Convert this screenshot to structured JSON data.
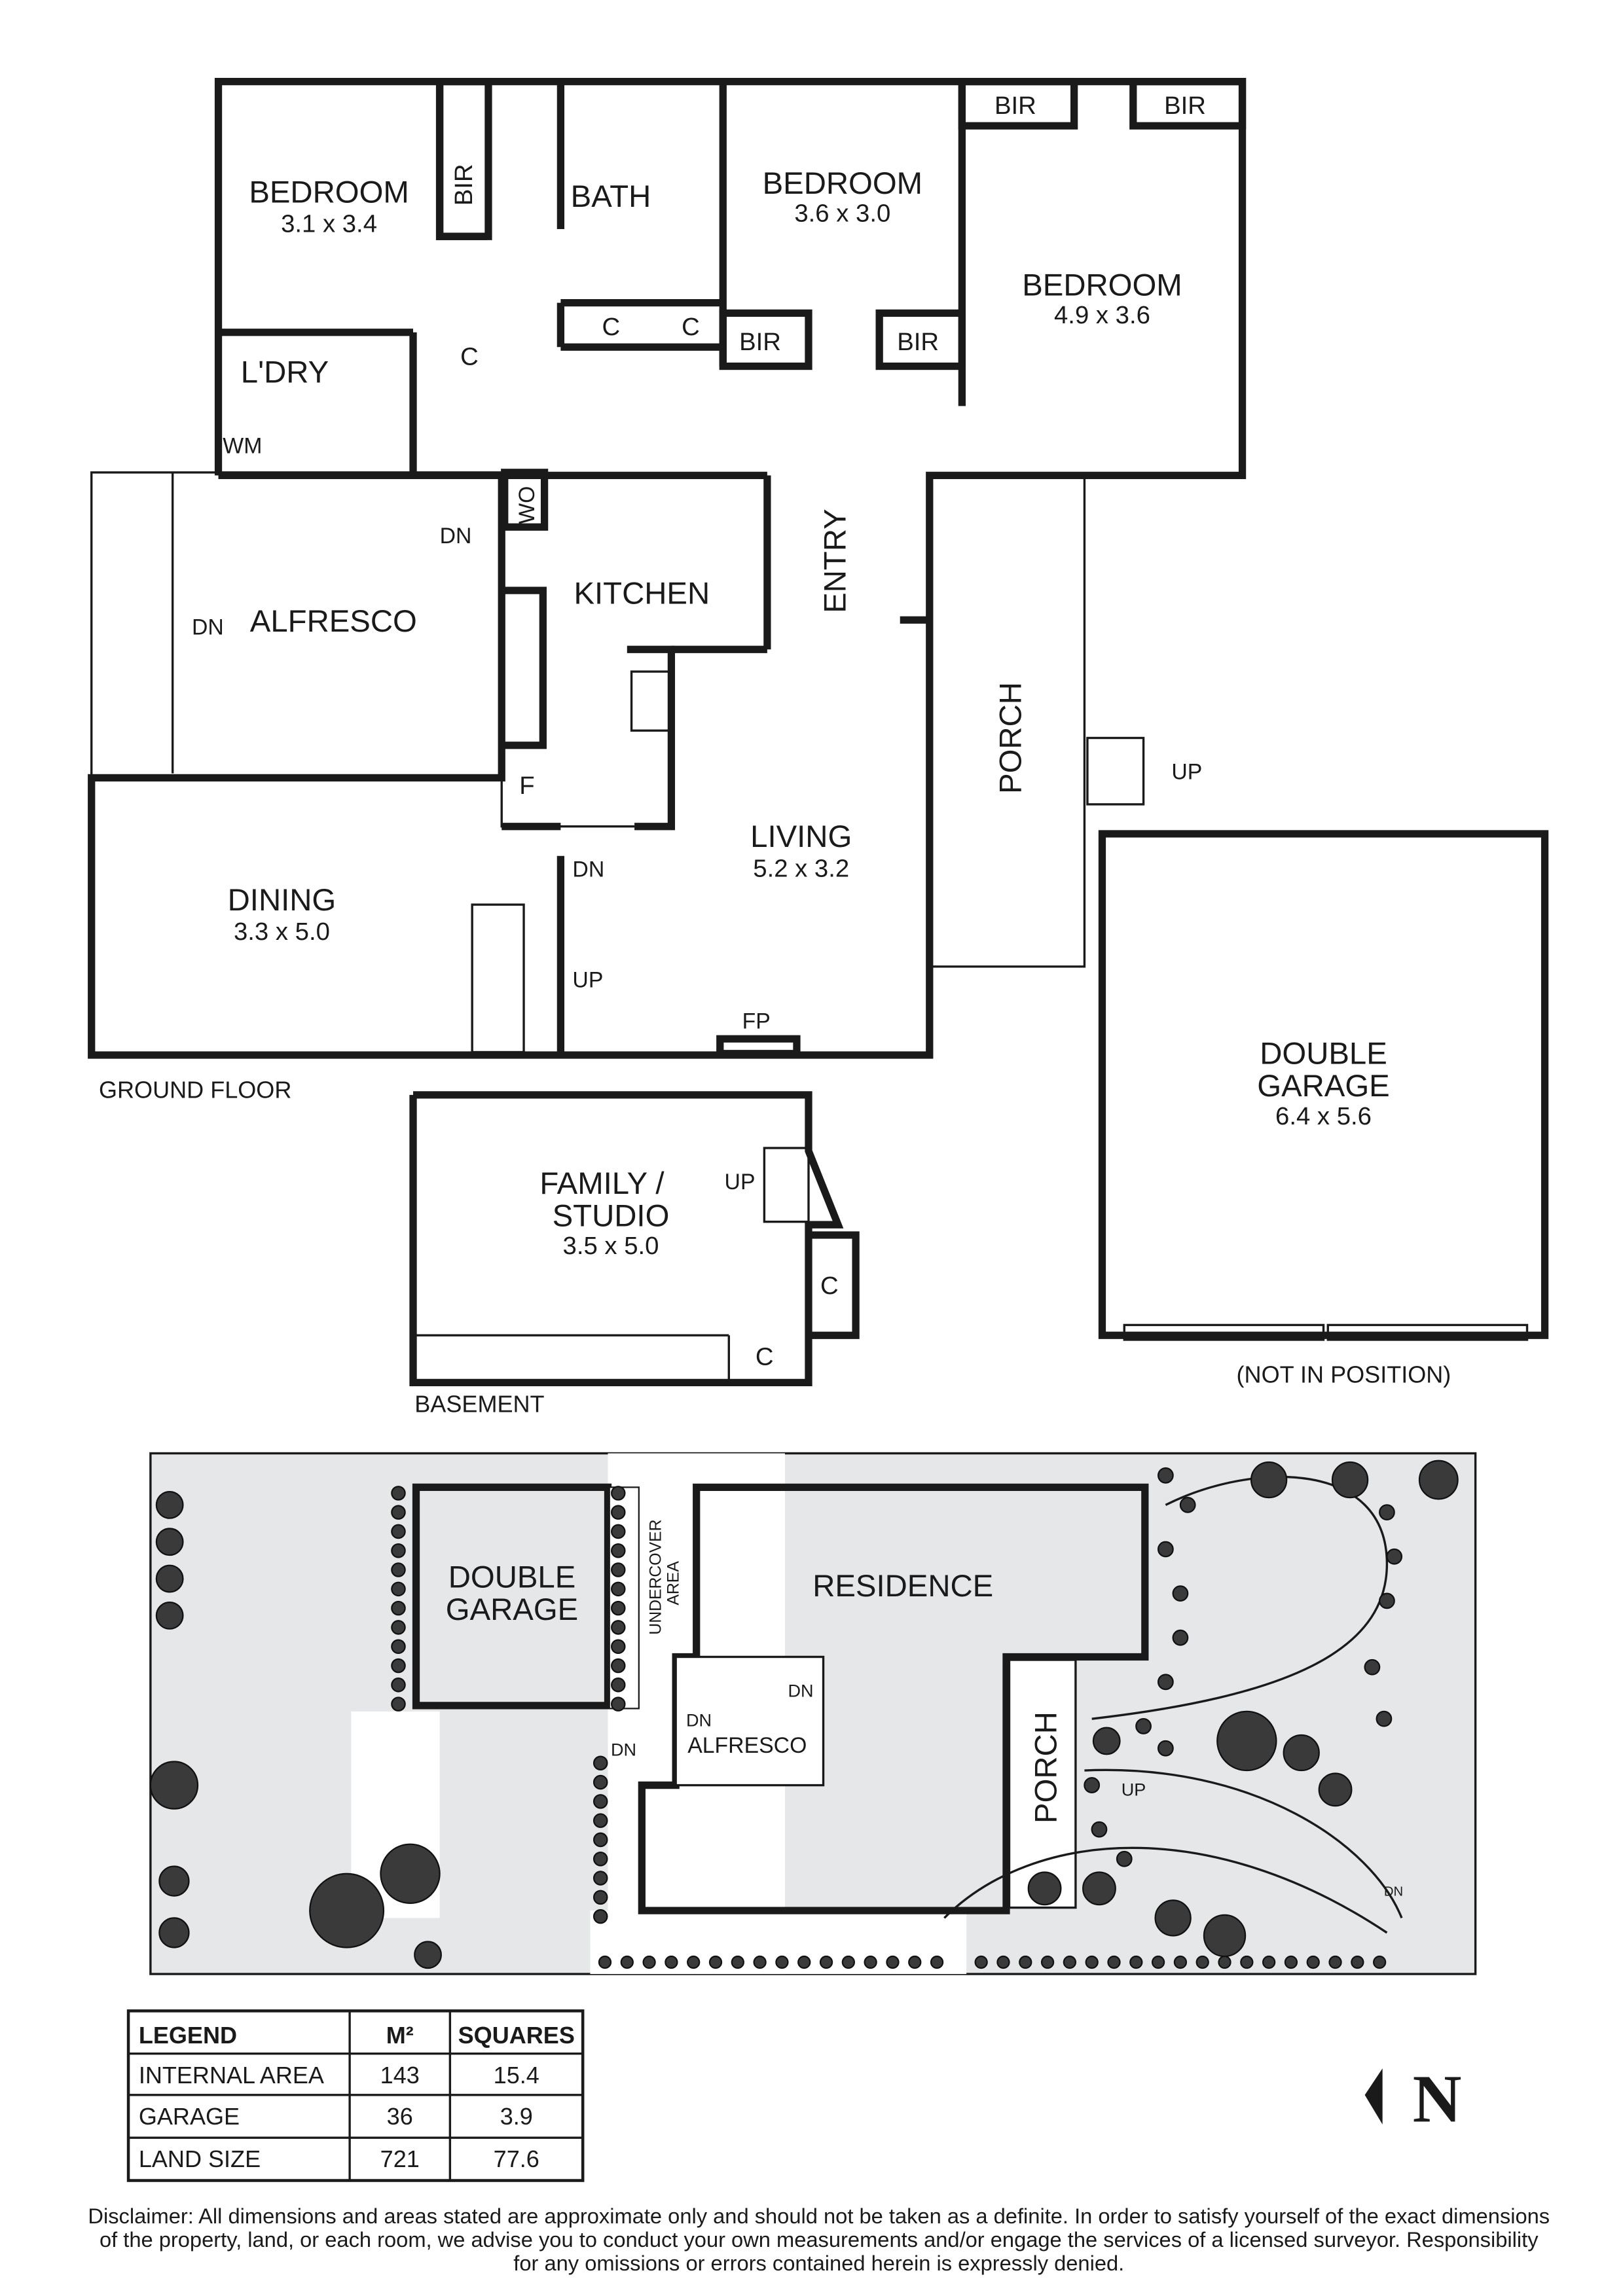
{
  "ground_floor": {
    "caption": "GROUND FLOOR",
    "rooms": {
      "bedroom1": {
        "name": "BEDROOM",
        "dims": "3.1 x 3.4"
      },
      "bedroom2": {
        "name": "BEDROOM",
        "dims": "3.6 x 3.0"
      },
      "bedroom3": {
        "name": "BEDROOM",
        "dims": "4.9 x 3.6"
      },
      "bath": {
        "name": "BATH"
      },
      "laundry": {
        "name": "L'DRY"
      },
      "alfresco": {
        "name": "ALFRESCO"
      },
      "kitchen": {
        "name": "KITCHEN"
      },
      "entry": {
        "name": "ENTRY"
      },
      "porch": {
        "name": "PORCH"
      },
      "dining": {
        "name": "DINING",
        "dims": "3.3 x 5.0"
      },
      "living": {
        "name": "LIVING",
        "dims": "5.2 x 3.2"
      },
      "garage": {
        "name1": "DOUBLE",
        "name2": "GARAGE",
        "dims": "6.4 x 5.6",
        "note": "(NOT IN POSITION)"
      }
    },
    "fixtures": {
      "bir": "BIR",
      "c": "C",
      "wm": "WM",
      "wo": "WO",
      "f": "F",
      "fp": "FP",
      "dn": "DN",
      "up": "UP"
    }
  },
  "basement": {
    "caption": "BASEMENT",
    "room": {
      "name1": "FAMILY /",
      "name2": "STUDIO",
      "dims": "3.5 x 5.0"
    },
    "up": "UP",
    "c": "C"
  },
  "site_plan": {
    "garage1": "DOUBLE",
    "garage2": "GARAGE",
    "residence": "RESIDENCE",
    "undercover1": "UNDERCOVER",
    "undercover2": "AREA",
    "alfresco": "ALFRESCO",
    "porch": "PORCH",
    "dn": "DN",
    "up": "UP"
  },
  "legend": {
    "headers": [
      "LEGEND",
      "M²",
      "SQUARES"
    ],
    "rows": [
      [
        "INTERNAL AREA",
        "143",
        "15.4"
      ],
      [
        "GARAGE",
        "36",
        "3.9"
      ],
      [
        "LAND SIZE",
        "721",
        "77.6"
      ]
    ]
  },
  "north": "N",
  "disclaimer": [
    "Disclaimer: All dimensions and areas stated are approximate only and should not be taken as a definite. In order to satisfy yourself of the exact dimensions",
    "of the property, land, or each room, we advise you to conduct your own measurements and/or engage the services of a licensed surveyor. Responsibility",
    "for any omissions or errors contained herein is expressly denied."
  ],
  "colors": {
    "site_fill": "#e6e7e8",
    "line": "#1a1a1a"
  }
}
